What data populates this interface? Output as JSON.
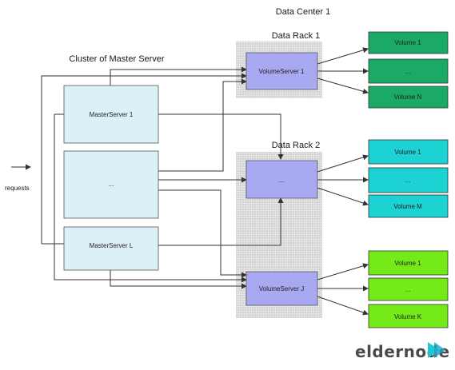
{
  "title": "Data Center 1",
  "cluster_label": "Cluster of Master Server",
  "requests_label": "requests",
  "masters": [
    "MasterServer 1",
    "...",
    "MasterServer L"
  ],
  "racks": [
    {
      "title": "Data Rack 1",
      "server": "VolumeServer 1",
      "volumes": [
        "Volume 1",
        "...",
        "Volume N"
      ],
      "color": "#1aaa66"
    },
    {
      "title": "Data Rack 2",
      "server": "...",
      "volumes": [
        "Volume 1",
        "...",
        "Volume M"
      ],
      "color": "#1cd2d2"
    },
    {
      "title": "",
      "server": "VolumeServer J",
      "volumes": [
        "Volume 1",
        "...",
        "Volume K"
      ],
      "color": "#74ea18"
    }
  ],
  "colors": {
    "master_box": "#dcf0f8",
    "volume_server_box": "#a9a9f2",
    "rack_background": "#d9d9d9",
    "connector": "#333333"
  },
  "logo": {
    "text": "eldernode",
    "icon": "play-chevron-icon"
  }
}
